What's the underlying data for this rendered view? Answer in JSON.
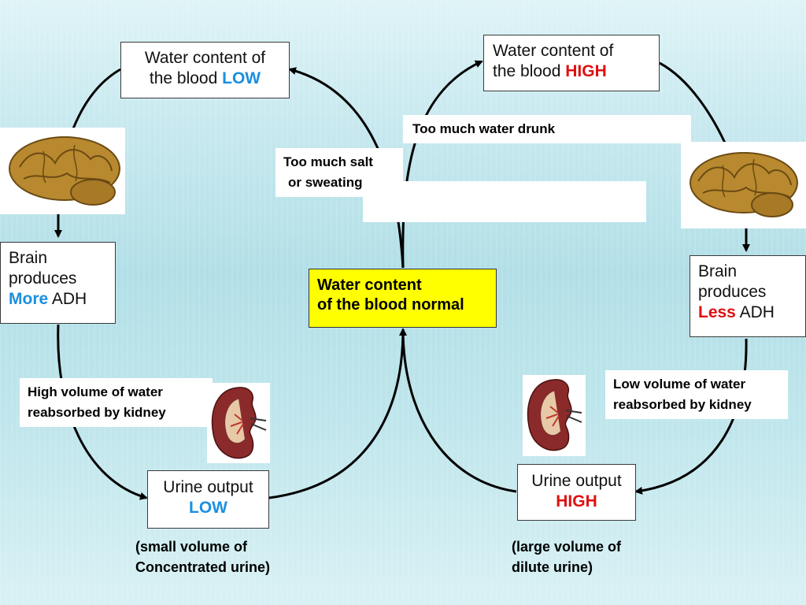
{
  "left": {
    "water_low_line1": "Water content of",
    "water_low_line2": "the blood",
    "water_low_level": "LOW",
    "brain_line1": "Brain",
    "brain_line2": "produces",
    "brain_more": "More",
    "brain_adh": "ADH",
    "reabsorb_line1": "High volume of water",
    "reabsorb_line2": "reabsorbed by kidney",
    "urine_line1": "Urine output",
    "urine_level": "LOW",
    "urine_caption_line1": "(small volume of",
    "urine_caption_line2": "Concentrated urine)",
    "cause_line1": "Too much salt",
    "cause_line2": "or sweating"
  },
  "center": {
    "normal_line1": "Water content",
    "normal_line2": "of the blood normal"
  },
  "right": {
    "water_high_line1": "Water content of",
    "water_high_line2": "the blood",
    "water_high_level": "HIGH",
    "cause": "Too much water drunk",
    "brain_line1": "Brain",
    "brain_line2": "produces",
    "brain_less": "Less",
    "brain_adh": "ADH",
    "reabsorb_line1": "Low volume of water",
    "reabsorb_line2": "reabsorbed by kidney",
    "urine_line1": "Urine output",
    "urine_level": "HIGH",
    "urine_caption_line1": "(large volume of",
    "urine_caption_line2": "dilute urine)"
  },
  "colors": {
    "low": "#1a8fe0",
    "high": "#e01010",
    "normal_box": "#ffff00"
  }
}
